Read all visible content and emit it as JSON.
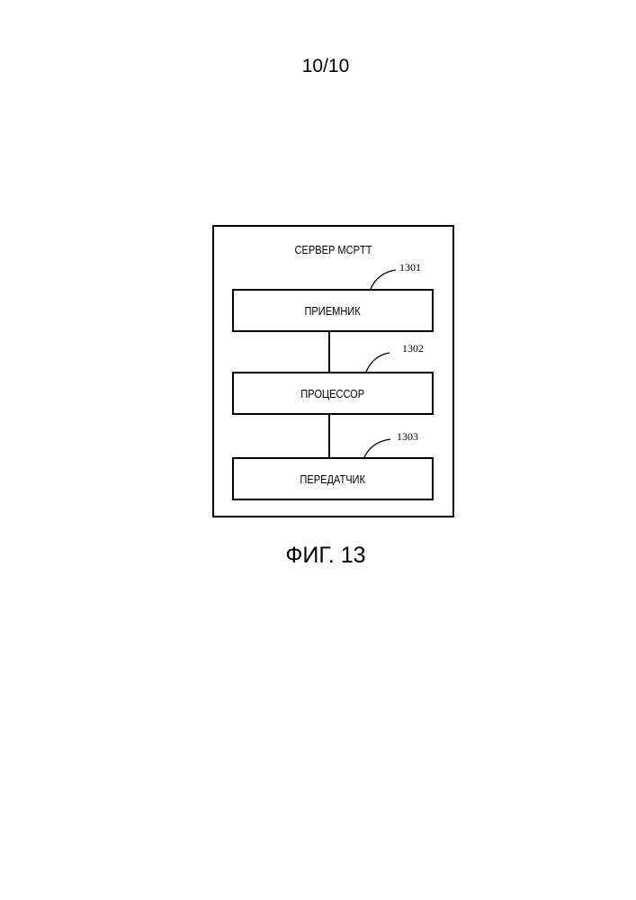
{
  "page_number": "10/10",
  "server": {
    "title": "СЕРВЕР MCPTT"
  },
  "blocks": [
    {
      "label": "ПРИЕМНИК",
      "ref": "1301"
    },
    {
      "label": "ПРОЦЕССОР",
      "ref": "1302"
    },
    {
      "label": "ПЕРЕДАТЧИК",
      "ref": "1303"
    }
  ],
  "caption": "ФИГ. 13"
}
